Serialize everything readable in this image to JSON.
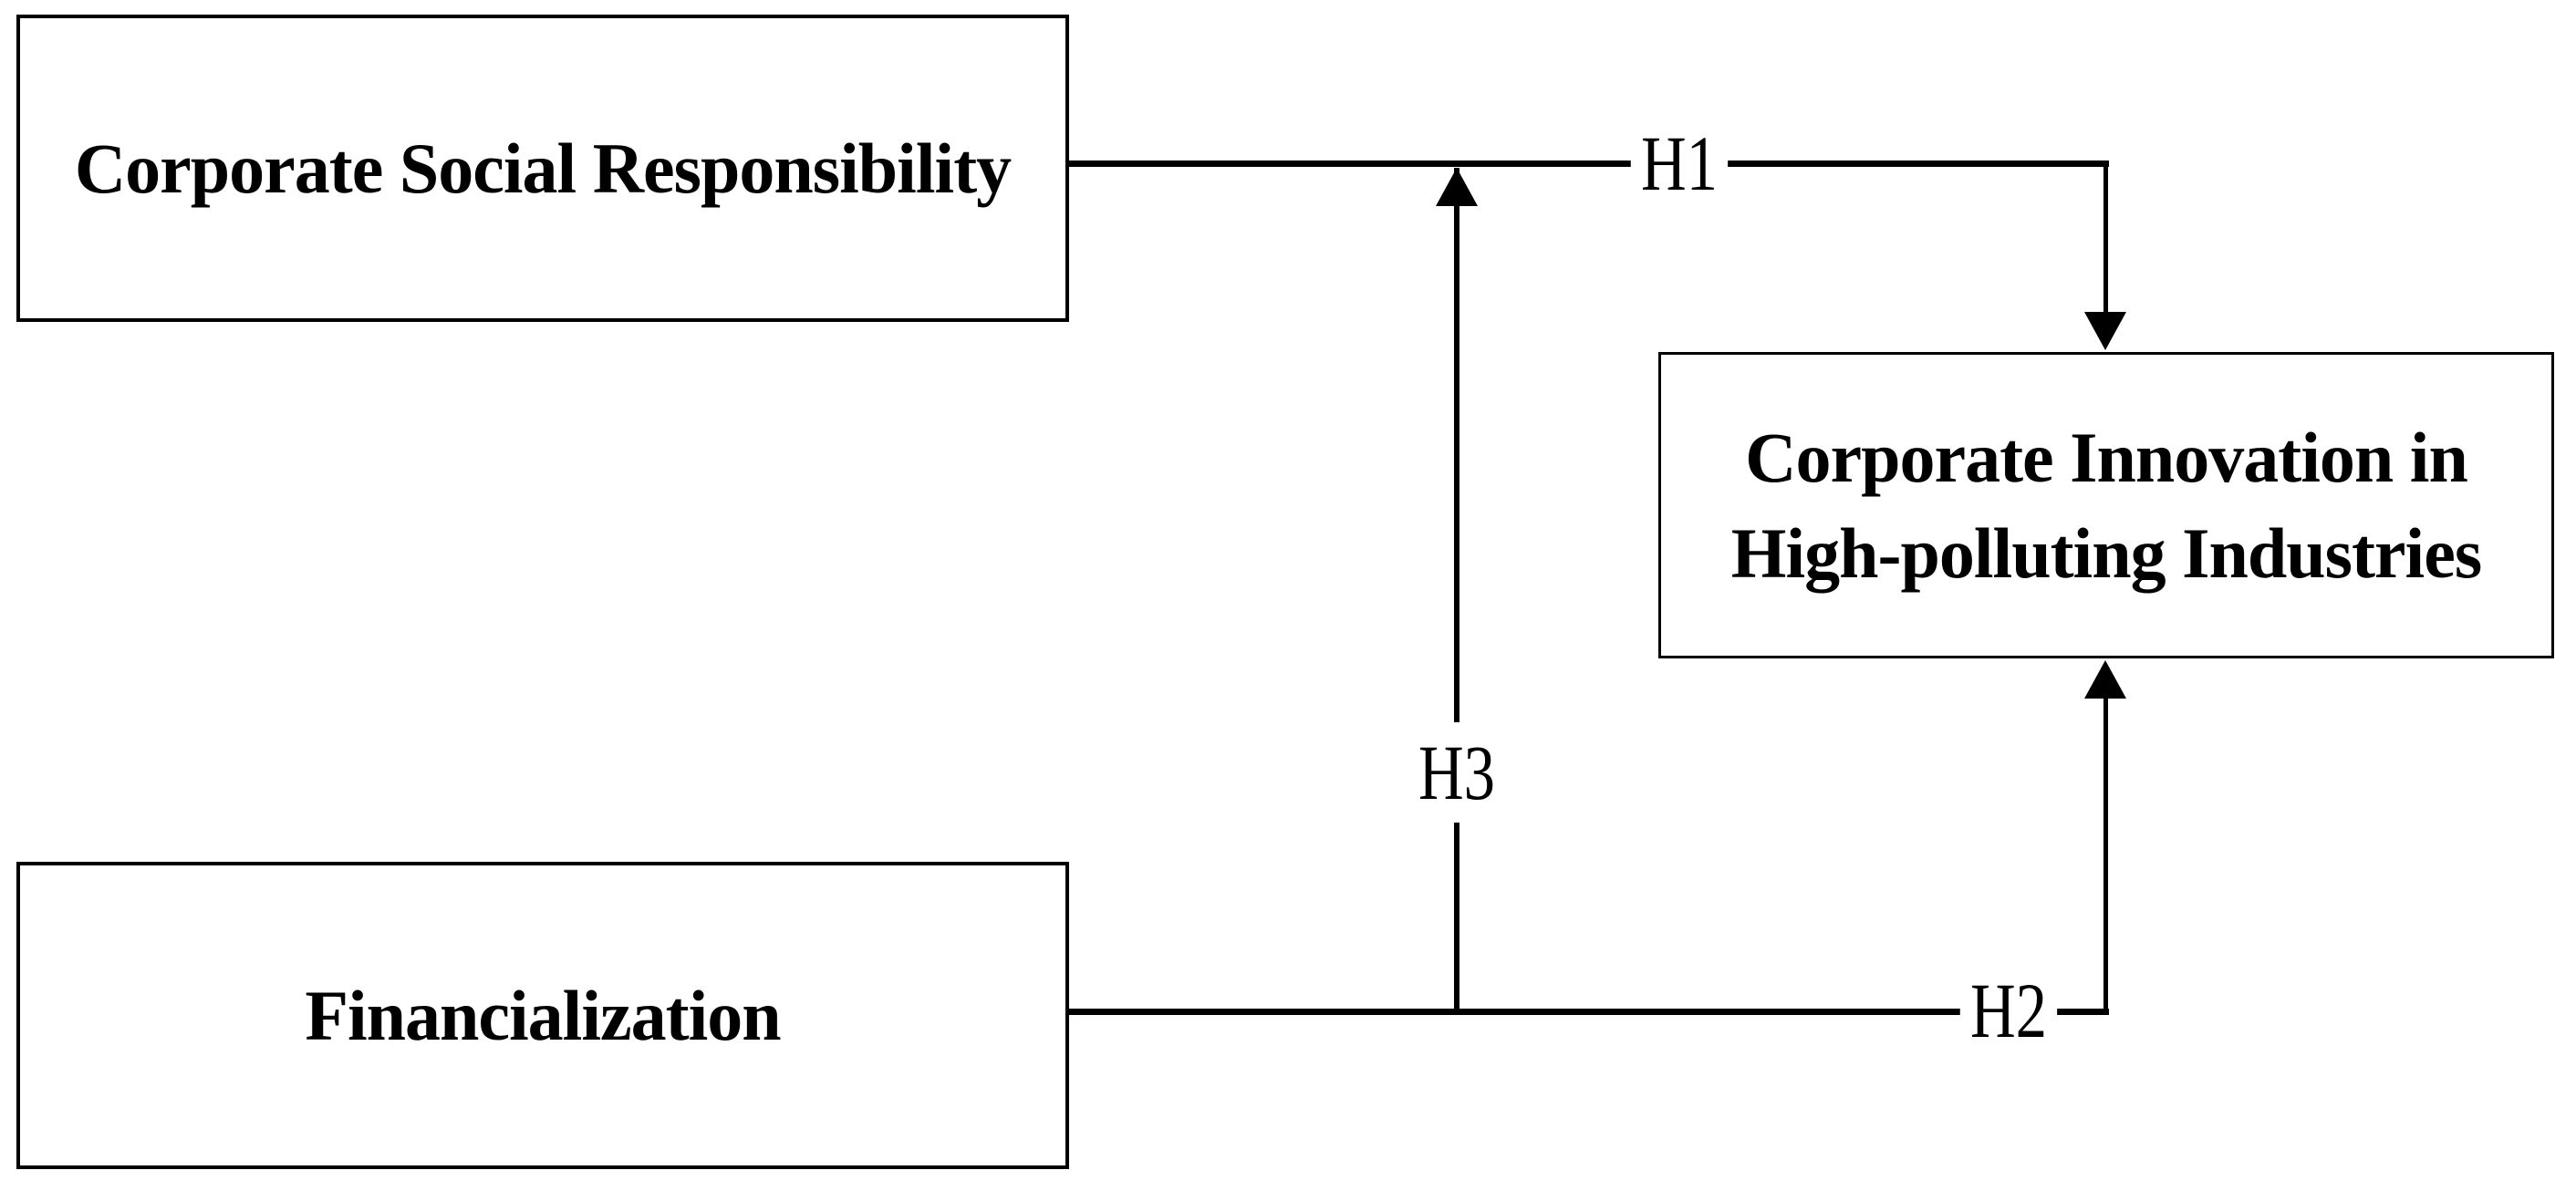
{
  "diagram": {
    "background_color": "#ffffff",
    "line_color": "#000000",
    "text_color": "#000000",
    "nodes": [
      {
        "id": "csr",
        "label": "Corporate Social Responsibility"
      },
      {
        "id": "financialization",
        "label": "Financialization"
      },
      {
        "id": "innovation",
        "lines": [
          "Corporate Innovation in",
          "High-polluting Industries"
        ]
      }
    ],
    "edges": [
      {
        "label": "H1",
        "from": "Corporate Social Responsibility",
        "to": "Corporate Innovation in High-polluting Industries",
        "arrow": "down-into-box-top"
      },
      {
        "label": "H2",
        "from": "Financialization",
        "to": "Corporate Innovation in High-polluting Industries",
        "arrow": "up-into-box-bottom"
      },
      {
        "label": "H3",
        "from": "Financialization-path",
        "to": "H1-path",
        "arrow": "up-into-h1-line"
      }
    ]
  }
}
